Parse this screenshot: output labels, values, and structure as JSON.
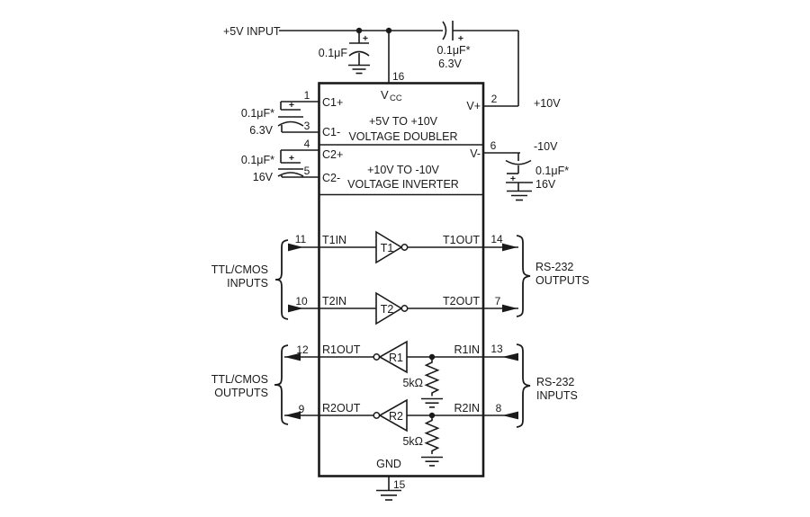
{
  "labels": {
    "plus5v_input": "+5V INPUT",
    "plus10v": "+10V",
    "minus10v": "-10V"
  },
  "symbols": {
    "plus": "+"
  },
  "caps": {
    "bypass": {
      "value": "0.1μF"
    },
    "series": {
      "value": "0.1μF*",
      "voltage": "6.3V"
    },
    "c1": {
      "value": "0.1μF*",
      "voltage": "6.3V"
    },
    "c2": {
      "value": "0.1μF*",
      "voltage": "16V"
    },
    "vminus": {
      "value": "0.1μF*",
      "voltage": "16V"
    }
  },
  "chip": {
    "vcc_v": "V",
    "vcc_sub": "CC",
    "doubler": {
      "line1": "+5V TO +10V",
      "line2": "VOLTAGE DOUBLER"
    },
    "inverter": {
      "line1": "+10V TO -10V",
      "line2": "VOLTAGE INVERTER"
    },
    "pins": {
      "p1": "1",
      "p2": "2",
      "p3": "3",
      "p4": "4",
      "p5": "5",
      "p6": "6",
      "p7": "7",
      "p8": "8",
      "p9": "9",
      "p10": "10",
      "p11": "11",
      "p12": "12",
      "p13": "13",
      "p14": "14",
      "p15": "15",
      "p16": "16"
    },
    "pin_labels": {
      "c1p": "C1+",
      "c1m": "C1-",
      "c2p": "C2+",
      "c2m": "C2-",
      "vplus": "V+",
      "vminus": "V-",
      "t1in": "T1IN",
      "t1out": "T1OUT",
      "t2in": "T2IN",
      "t2out": "T2OUT",
      "r1out": "R1OUT",
      "r1in": "R1IN",
      "r2out": "R2OUT",
      "r2in": "R2IN",
      "gnd": "GND"
    },
    "gates": {
      "t1": "T1",
      "t2": "T2",
      "r1": "R1",
      "r2": "R2"
    },
    "resistors": {
      "r1": "5kΩ",
      "r2": "5kΩ"
    }
  },
  "groups": {
    "ttl_inputs": {
      "line1": "TTL/CMOS",
      "line2": "INPUTS"
    },
    "ttl_outputs": {
      "line1": "TTL/CMOS",
      "line2": "OUTPUTS"
    },
    "rs232_outputs": {
      "line1": "RS-232",
      "line2": "OUTPUTS"
    },
    "rs232_inputs": {
      "line1": "RS-232",
      "line2": "INPUTS"
    }
  },
  "colors": {
    "ink": "#1a1a1a",
    "bg": "#ffffff"
  }
}
